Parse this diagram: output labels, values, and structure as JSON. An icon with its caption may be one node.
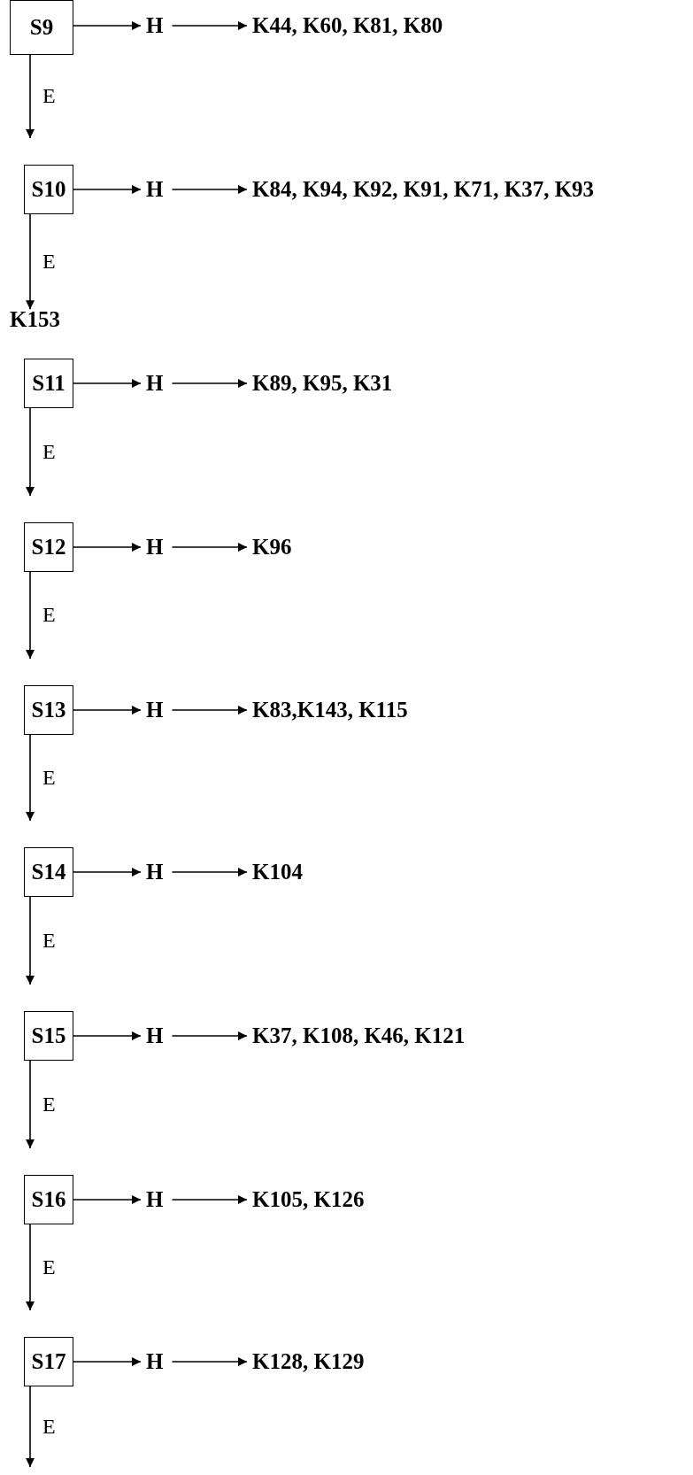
{
  "diagram": {
    "nodes": [
      {
        "text": [
          "S9"
        ]
      },
      {
        "text": [
          "H"
        ]
      },
      {
        "text": [
          "K44, K60, K81, K80"
        ]
      },
      {
        "text": [
          "S10"
        ]
      },
      {
        "text": [
          "H"
        ]
      },
      {
        "text": [
          "K84, K94, K92, K91, K71, K37, K93"
        ]
      },
      {
        "text": [
          "K153"
        ]
      },
      {
        "text": [
          "S11"
        ]
      },
      {
        "text": [
          "H"
        ]
      },
      {
        "text": [
          "K89, K95, K31"
        ]
      },
      {
        "text": [
          "S12"
        ]
      },
      {
        "text": [
          "H"
        ]
      },
      {
        "text": [
          "K96"
        ]
      },
      {
        "text": [
          "S13"
        ]
      },
      {
        "text": [
          "H"
        ]
      },
      {
        "text": [
          "K83,K143, K115"
        ]
      },
      {
        "text": [
          "S14"
        ]
      },
      {
        "text": [
          "H"
        ]
      },
      {
        "text": [
          "K104"
        ]
      },
      {
        "text": [
          "S15"
        ]
      },
      {
        "text": [
          "H"
        ]
      },
      {
        "text": [
          "K37, K108, K46, K121"
        ]
      },
      {
        "text": [
          "S16"
        ]
      },
      {
        "text": [
          "H"
        ]
      },
      {
        "text": [
          "K105, K126"
        ]
      },
      {
        "text": [
          "S17"
        ]
      },
      {
        "text": [
          "H"
        ]
      },
      {
        "text": [
          "K128, K129"
        ]
      }
    ],
    "edges": [
      {
        "from": 0,
        "to": 1,
        "arrow": "to"
      },
      {
        "from": 1,
        "to": 2,
        "arrow": "to"
      },
      {
        "from": 0,
        "to": 3,
        "arrow": "to",
        "label": "E"
      },
      {
        "from": 3,
        "to": 4,
        "arrow": "to"
      },
      {
        "from": 4,
        "to": 5,
        "arrow": "to"
      },
      {
        "from": 3,
        "to": 6,
        "arrow": "to",
        "label": "E"
      },
      {
        "from": 7,
        "to": 8,
        "arrow": "to"
      },
      {
        "from": 8,
        "to": 9,
        "arrow": "to"
      },
      {
        "from": 7,
        "to": 10,
        "arrow": "to",
        "label": "E"
      },
      {
        "from": 10,
        "to": 11,
        "arrow": "to"
      },
      {
        "from": 11,
        "to": 12,
        "arrow": "to"
      },
      {
        "from": 10,
        "to": 13,
        "arrow": "to",
        "label": "E"
      },
      {
        "from": 13,
        "to": 14,
        "arrow": "to"
      },
      {
        "from": 14,
        "to": 15,
        "arrow": "to"
      },
      {
        "from": 13,
        "to": 16,
        "arrow": "to",
        "label": "E"
      },
      {
        "from": 16,
        "to": 17,
        "arrow": "to"
      },
      {
        "from": 17,
        "to": 18,
        "arrow": "to"
      },
      {
        "from": 16,
        "to": 19,
        "arrow": "to",
        "label": "E"
      },
      {
        "from": 19,
        "to": 20,
        "arrow": "to"
      },
      {
        "from": 20,
        "to": 21,
        "arrow": "to"
      },
      {
        "from": 19,
        "to": 22,
        "arrow": "to",
        "label": "E"
      },
      {
        "from": 22,
        "to": 23,
        "arrow": "to"
      },
      {
        "from": 23,
        "to": 24,
        "arrow": "to"
      },
      {
        "from": 22,
        "to": 25,
        "arrow": "to",
        "label": "E"
      },
      {
        "from": 25,
        "to": 26,
        "arrow": "to"
      },
      {
        "from": 26,
        "to": 27,
        "arrow": "to"
      },
      {
        "from": 25,
        "to": null,
        "arrow": "to",
        "label": "E"
      }
    ]
  }
}
